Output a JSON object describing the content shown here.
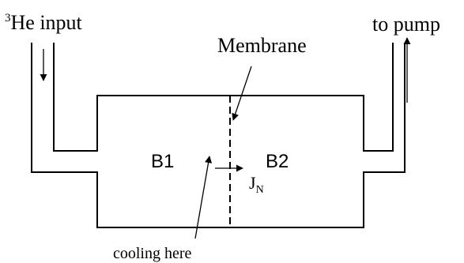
{
  "labels": {
    "input_sup": "3",
    "input": "He input",
    "pump": "to pump",
    "membrane": "Membrane",
    "b1": "B1",
    "b2": "B2",
    "flux": "J",
    "flux_sub": "N",
    "cooling": "cooling here"
  }
}
